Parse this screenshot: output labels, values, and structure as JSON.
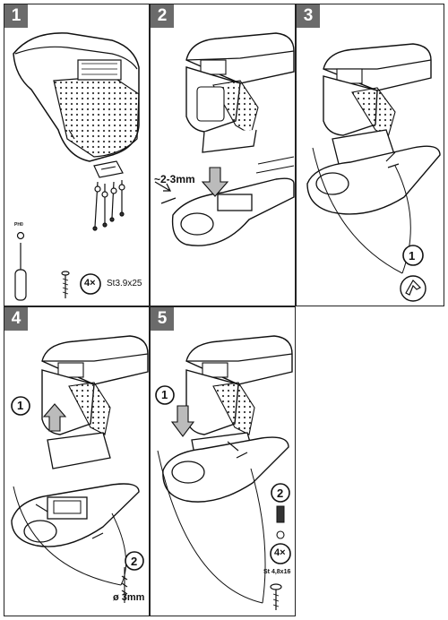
{
  "steps": [
    {
      "number": "1",
      "screw_count": "4×",
      "screw_spec": "St3.9x25",
      "tool_label": "PH0"
    },
    {
      "number": "2",
      "gap_label": "~2-3mm"
    },
    {
      "number": "3",
      "callout": "1"
    },
    {
      "number": "4",
      "callout_a": "1",
      "callout_b": "2",
      "drill_label": "ø 3mm"
    },
    {
      "number": "5",
      "callout_a": "1",
      "callout_b": "2",
      "screw_count": "4×",
      "screw_spec": "St 4,8x16"
    }
  ]
}
